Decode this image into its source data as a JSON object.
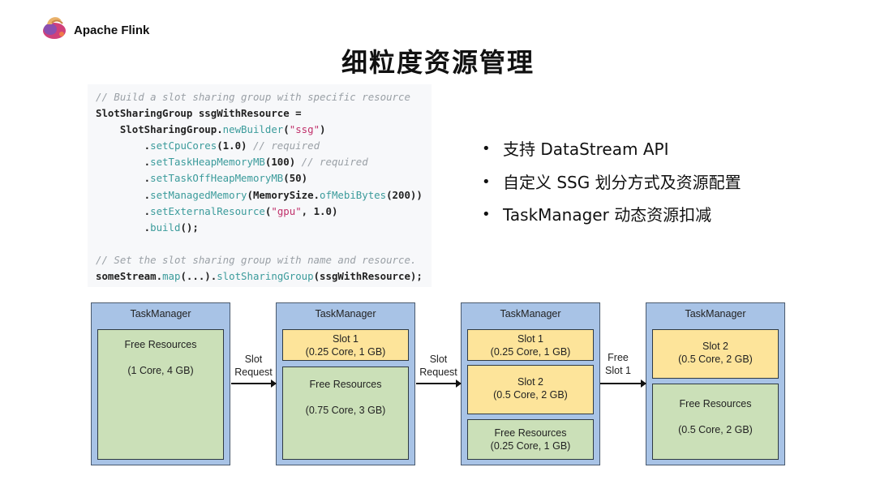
{
  "header": {
    "brand": "Apache Flink",
    "logo_icon": "flink-squirrel-logo-icon"
  },
  "title": "细粒度资源管理",
  "code": {
    "lines": [
      [
        {
          "t": "// Build a slot sharing group with specific resource",
          "k": "comment"
        }
      ],
      [
        {
          "t": "SlotSharingGroup ssgWithResource =",
          "k": "plain"
        }
      ],
      [
        {
          "t": "    SlotSharingGroup.",
          "k": "plain"
        },
        {
          "t": "newBuilder",
          "k": "method"
        },
        {
          "t": "(",
          "k": "plain"
        },
        {
          "t": "\"ssg\"",
          "k": "string"
        },
        {
          "t": ")",
          "k": "plain"
        }
      ],
      [
        {
          "t": "        .",
          "k": "plain"
        },
        {
          "t": "setCpuCores",
          "k": "method"
        },
        {
          "t": "(1.0) ",
          "k": "plain"
        },
        {
          "t": "// required",
          "k": "comment"
        }
      ],
      [
        {
          "t": "        .",
          "k": "plain"
        },
        {
          "t": "setTaskHeapMemoryMB",
          "k": "method"
        },
        {
          "t": "(100) ",
          "k": "plain"
        },
        {
          "t": "// required",
          "k": "comment"
        }
      ],
      [
        {
          "t": "        .",
          "k": "plain"
        },
        {
          "t": "setTaskOffHeapMemoryMB",
          "k": "method"
        },
        {
          "t": "(50)",
          "k": "plain"
        }
      ],
      [
        {
          "t": "        .",
          "k": "plain"
        },
        {
          "t": "setManagedMemory",
          "k": "method"
        },
        {
          "t": "(MemorySize.",
          "k": "plain"
        },
        {
          "t": "ofMebiBytes",
          "k": "method"
        },
        {
          "t": "(200))",
          "k": "plain"
        }
      ],
      [
        {
          "t": "        .",
          "k": "plain"
        },
        {
          "t": "setExternalResource",
          "k": "method"
        },
        {
          "t": "(",
          "k": "plain"
        },
        {
          "t": "\"gpu\"",
          "k": "string"
        },
        {
          "t": ", 1.0)",
          "k": "plain"
        }
      ],
      [
        {
          "t": "        .",
          "k": "plain"
        },
        {
          "t": "build",
          "k": "method"
        },
        {
          "t": "();",
          "k": "plain"
        }
      ],
      [
        {
          "t": "",
          "k": "plain"
        }
      ],
      [
        {
          "t": "// Set the slot sharing group with name and resource.",
          "k": "comment"
        }
      ],
      [
        {
          "t": "someStream.",
          "k": "plain"
        },
        {
          "t": "map",
          "k": "method"
        },
        {
          "t": "(...).",
          "k": "plain"
        },
        {
          "t": "slotSharingGroup",
          "k": "method"
        },
        {
          "t": "(ssgWithResource);",
          "k": "plain"
        }
      ]
    ]
  },
  "bullets": [
    "支持 DataStream API",
    "自定义 SSG 划分方式及资源配置",
    "TaskManager 动态资源扣减"
  ],
  "diagram": {
    "task_managers": [
      {
        "label": "TaskManager",
        "boxes": [
          {
            "type": "free",
            "line1": "Free Resources",
            "line2": "(1 Core, 4 GB)"
          }
        ]
      },
      {
        "label": "TaskManager",
        "boxes": [
          {
            "type": "slot",
            "line1": "Slot 1",
            "line2": "(0.25 Core, 1 GB)"
          },
          {
            "type": "free",
            "line1": "Free Resources",
            "line2": "(0.75 Core, 3 GB)"
          }
        ]
      },
      {
        "label": "TaskManager",
        "boxes": [
          {
            "type": "slot",
            "line1": "Slot 1",
            "line2": "(0.25 Core, 1 GB)"
          },
          {
            "type": "slot",
            "line1": "Slot 2",
            "line2": "(0.5 Core, 2 GB)"
          },
          {
            "type": "free",
            "line1": "Free Resources",
            "line2": "(0.25 Core, 1 GB)"
          }
        ]
      },
      {
        "label": "TaskManager",
        "boxes": [
          {
            "type": "slot",
            "line1": "Slot 2",
            "line2": "(0.5 Core, 2 GB)"
          },
          {
            "type": "free",
            "line1": "Free Resources",
            "line2": "(0.5 Core, 2 GB)"
          }
        ]
      }
    ],
    "arrows": [
      {
        "line1": "Slot",
        "line2": "Request"
      },
      {
        "line1": "Slot",
        "line2": "Request"
      },
      {
        "line1": "Free",
        "line2": "Slot 1"
      }
    ],
    "colors": {
      "task_manager": "#a8c3e6",
      "slot": "#fde49a",
      "free": "#cbe0b8"
    }
  }
}
